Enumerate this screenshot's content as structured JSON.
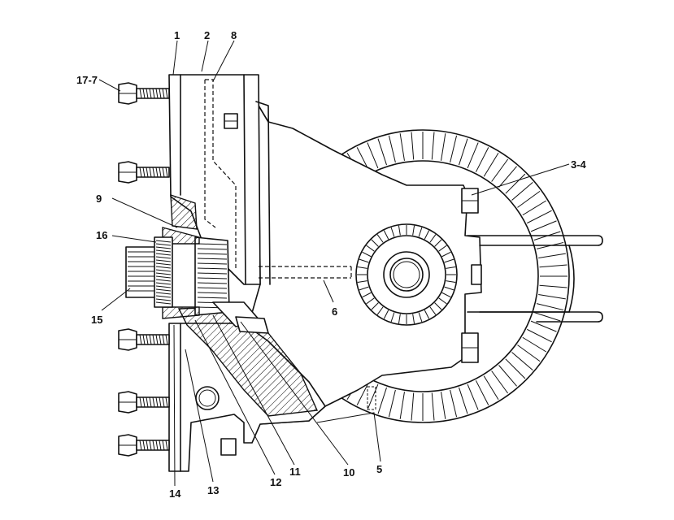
{
  "labels": {
    "l1": "1",
    "l2": "2",
    "l8": "8",
    "l17_7": "17-7",
    "l3_4": "3-4",
    "l9": "9",
    "l16": "16",
    "l15": "15",
    "l6": "6",
    "l14": "14",
    "l13": "13",
    "l12": "12",
    "l11": "11",
    "l10": "10",
    "l5": "5"
  }
}
